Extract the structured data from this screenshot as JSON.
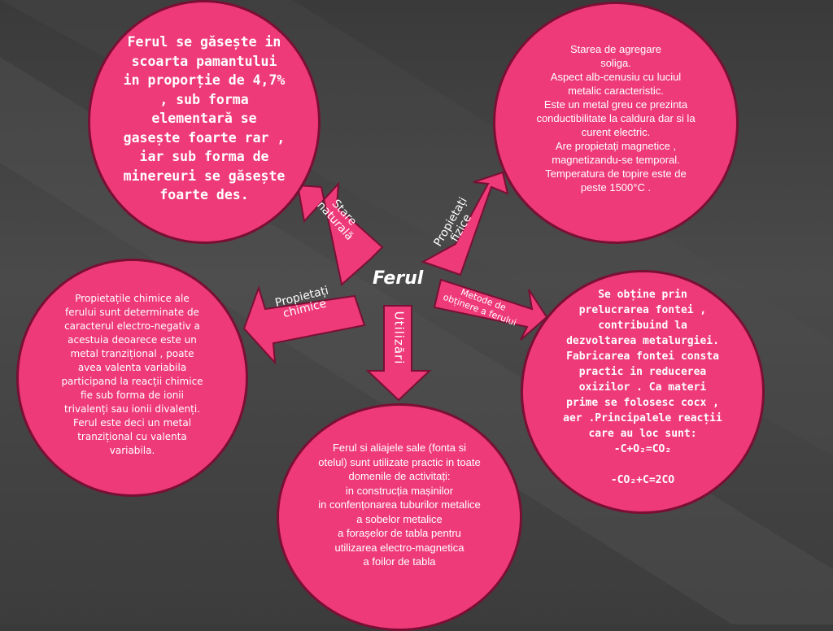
{
  "center": {
    "label": "Ferul"
  },
  "colors": {
    "circle_fill": "#ee3a78",
    "circle_border": "#7a0f34",
    "arrow_fill": "#ee3a78"
  },
  "arrows": {
    "stare": "Stare\nnaturală",
    "fizice": "Propietați\nfizice",
    "chimice": "Propietați\nchimice",
    "metode": "Metode de\nobținere a ferului",
    "utilizari": "Utilizări"
  },
  "circles": {
    "stare": "Ferul se găsește in scoarta pamantului in proporție de 4,7% , sub forma elementară se gasește foarte rar , iar sub forma de minereuri se găsește foarte des.",
    "fizice": "Starea de agregare\nsoliga.\nAspect alb-cenusiu cu luciul metalic caracteristic.\nEste un metal greu ce prezinta conductibilitate la caldura dar si la curent electric.\nAre propietați magnetice , magnetizandu-se temporal.\nTemperatura de topire este de peste 1500°C .",
    "chimice": "Propietațile chimice ale ferului sunt determinate de caracterul electro-negativ a acestuia deoarece este un metal tranzițional ,  poate avea valenta variabila participand la reacții chimice fie sub forma de ionii trivalenți sau ionii divalenți.\nFerul este deci un metal tranzițional cu valenta variabila.",
    "metode": "Se obține prin prelucrarea fontei , contribuind la dezvoltarea metalurgiei. Fabricarea fontei consta practic in reducerea oxizilor . Ca materi prime se folosesc cocx , aer .Principalele reacții care au loc sunt:\n-C+O₂=CO₂\n\n-CO₂+C=2CO",
    "utilizari": "Ferul si aliajele sale (fonta si otelul) sunt utilizate practic in toate domenile de activitați:\nin construcția mașinilor\nin confențonarea tuburilor metalice a sobelor metalice\na forașelor de tabla pentru utilizarea electro-magnetica\na foilor de tabla"
  }
}
